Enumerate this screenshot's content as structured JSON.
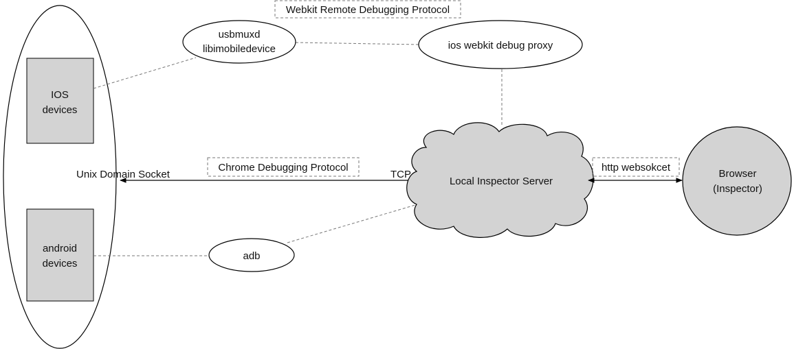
{
  "labels": {
    "ios_devices": [
      "IOS",
      "devices"
    ],
    "android_devices": [
      "android",
      "devices"
    ],
    "usbmuxd": [
      "usbmuxd",
      "libimobiledevice"
    ],
    "webkit_protocol": "Webkit Remote Debugging Protocol",
    "ios_proxy": "ios webkit debug proxy",
    "unix_socket": "Unix Domain Socket",
    "chrome_protocol": "Chrome Debugging Protocol",
    "tcp": "TCP",
    "local_server": "Local Inspector Server",
    "http_ws": "http websokcet",
    "browser": [
      "Browser",
      "(Inspector)"
    ],
    "adb": "adb"
  },
  "colors": {
    "box_fill": "#d3d3d3",
    "line": "#000000",
    "dashed": "#777777"
  }
}
